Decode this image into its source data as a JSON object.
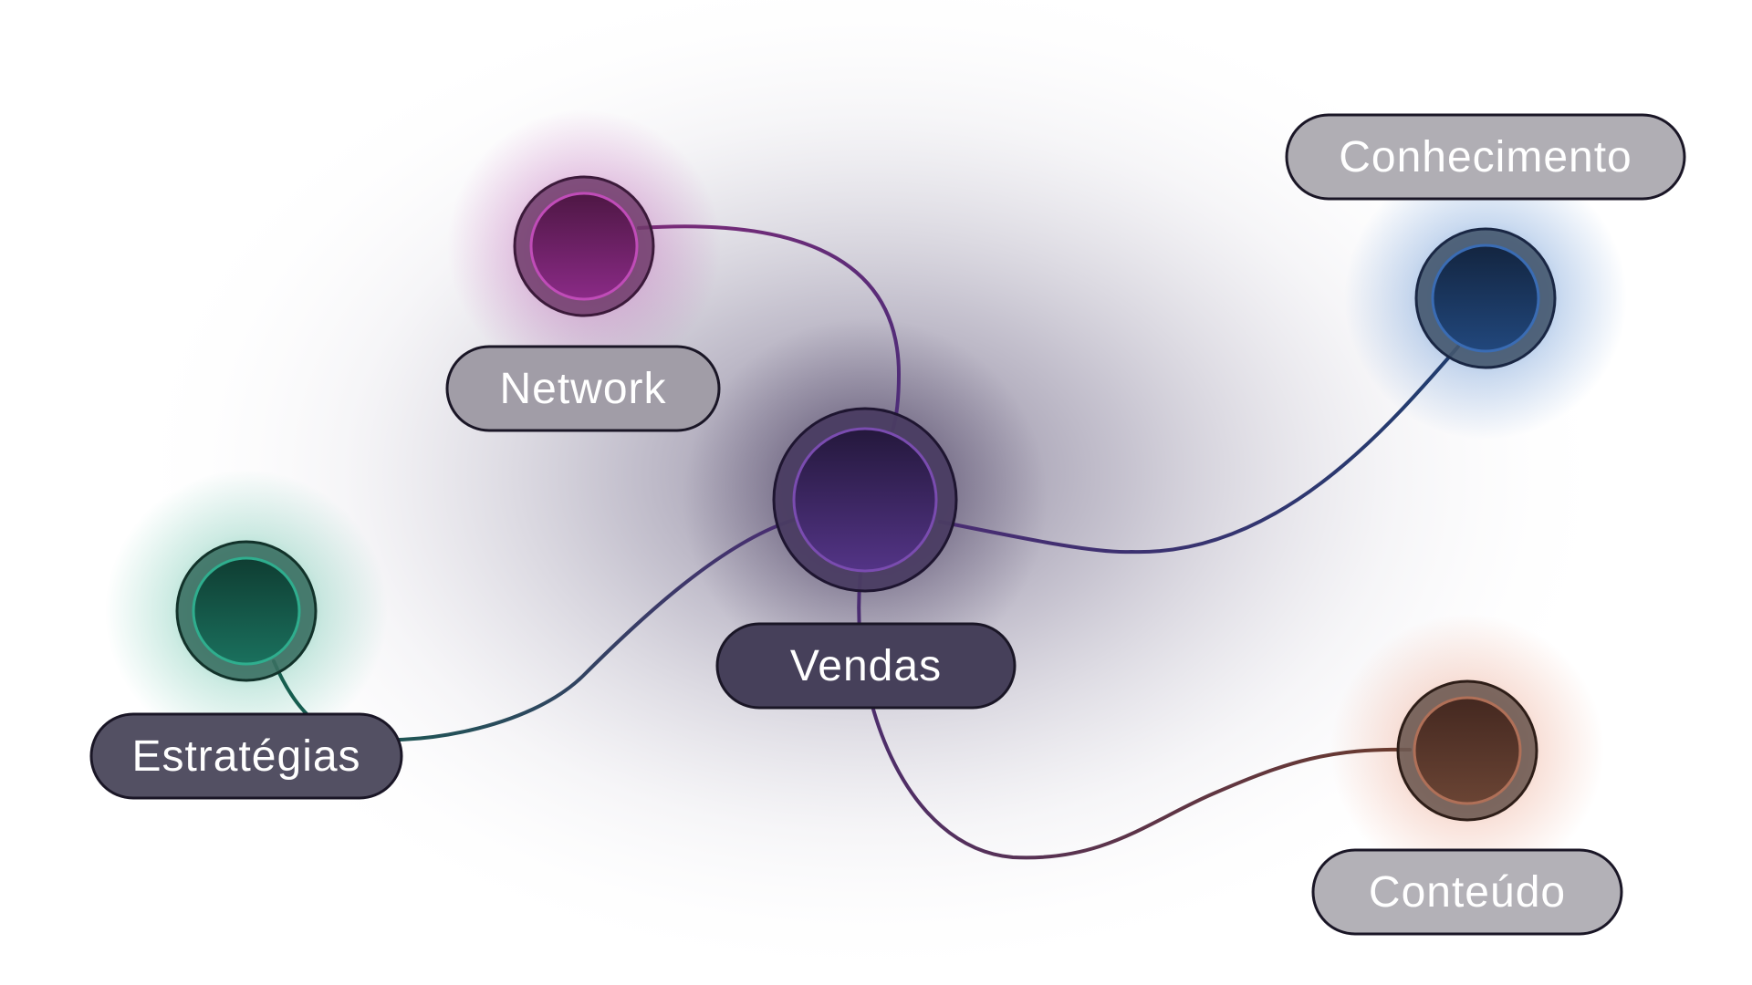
{
  "diagram": {
    "center": {
      "label": "Vendas",
      "color": "#4a2c72"
    },
    "nodes": [
      {
        "id": "network",
        "label": "Network",
        "color": "#7a2a78"
      },
      {
        "id": "conhecimento",
        "label": "Conhecimento",
        "color": "#1c3a66"
      },
      {
        "id": "estrategias",
        "label": "Estratégias",
        "color": "#165e4f"
      },
      {
        "id": "conteudo",
        "label": "Conteúdo",
        "color": "#5e3428"
      }
    ]
  }
}
